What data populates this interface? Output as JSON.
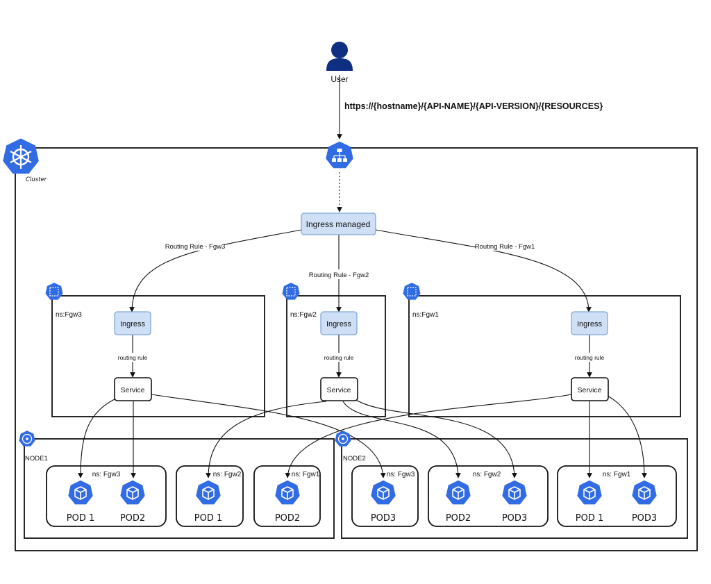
{
  "user": {
    "label": "User"
  },
  "url": {
    "text": "https://{hostname}/{API-NAME}/{API-VERSION}/{RESOURCES}"
  },
  "cluster": {
    "label": "Cluster"
  },
  "ingress_managed": {
    "label": "Ingress managed"
  },
  "routing_rules": {
    "fgw3": "Routing Rule - Fgw3",
    "fgw2": "Routing Rule - Fgw2",
    "fgw1": "Routing Rule - Fgw1"
  },
  "namespaces": [
    {
      "label": "ns:Fgw3",
      "ingress": "Ingress",
      "rule": "routing rule",
      "service": "Service"
    },
    {
      "label": "ns:Fgw2",
      "ingress": "Ingress",
      "rule": "routing rule",
      "service": "Service"
    },
    {
      "label": "ns:Fgw1",
      "ingress": "Ingress",
      "rule": "routing rule",
      "service": "Service"
    }
  ],
  "nodes": [
    {
      "label": "NODE1",
      "groups": [
        {
          "ns": "ns: Fgw3",
          "pods": [
            "POD 1",
            "POD2"
          ]
        },
        {
          "ns": "ns: Fgw2",
          "pods": [
            "POD 1"
          ]
        },
        {
          "ns": "ns: Fgw1",
          "pods": [
            "POD2"
          ]
        }
      ]
    },
    {
      "label": "NODE2",
      "groups": [
        {
          "ns": "ns: Fgw3",
          "pods": [
            "POD3"
          ]
        },
        {
          "ns": "ns: Fgw2",
          "pods": [
            "POD2",
            "POD3"
          ]
        },
        {
          "ns": "ns: Fgw1",
          "pods": [
            "POD 1",
            "POD3"
          ]
        }
      ]
    }
  ],
  "icons": {
    "user": "user-icon",
    "cluster": "kubernetes-helm-icon",
    "ingress": "load-balancer-icon",
    "namespace": "namespace-icon",
    "node": "node-icon",
    "pod": "pod-cube-icon"
  },
  "colors": {
    "k8s_blue": "#326ce5",
    "ingress_fill": "#cfe0f6",
    "ingress_stroke": "#7fa6d6"
  }
}
